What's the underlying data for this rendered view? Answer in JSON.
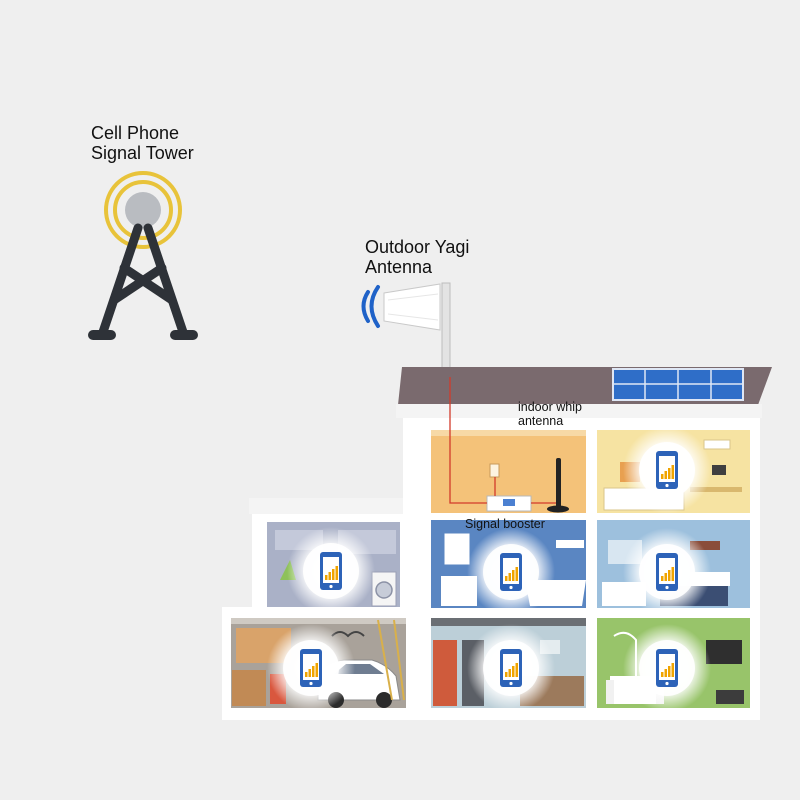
{
  "labels": {
    "tower_line1": "Cell Phone",
    "tower_line2": "Signal Tower",
    "yagi_line1": "Outdoor Yagi",
    "yagi_line2": "Antenna",
    "whip_line1": "indoor whip",
    "whip_line2": "antenna",
    "booster": "Signal booster"
  },
  "colors": {
    "background": "#efefef",
    "roof": "#7a6a6e",
    "house_wall": "#ffffff",
    "signal_rings": "#e8c33a",
    "tower": "#2e3238",
    "wave_blue": "#1f62c8",
    "cable_red": "#d23b2b",
    "room_orange": "#f4c279",
    "room_yellow": "#f6e3a2",
    "room_gray_blue": "#aab1c7",
    "room_blue": "#5a86c2",
    "room_light_blue": "#9dc0dd",
    "room_garage": "#a9a29a",
    "room_kitchen": "#bccfd8",
    "room_green": "#98c46a"
  },
  "icons": [
    "signal-tower-icon",
    "yagi-antenna-icon",
    "whip-antenna-icon",
    "signal-booster-icon",
    "phone-signal-icon",
    "solar-panel-icon",
    "car-icon"
  ]
}
